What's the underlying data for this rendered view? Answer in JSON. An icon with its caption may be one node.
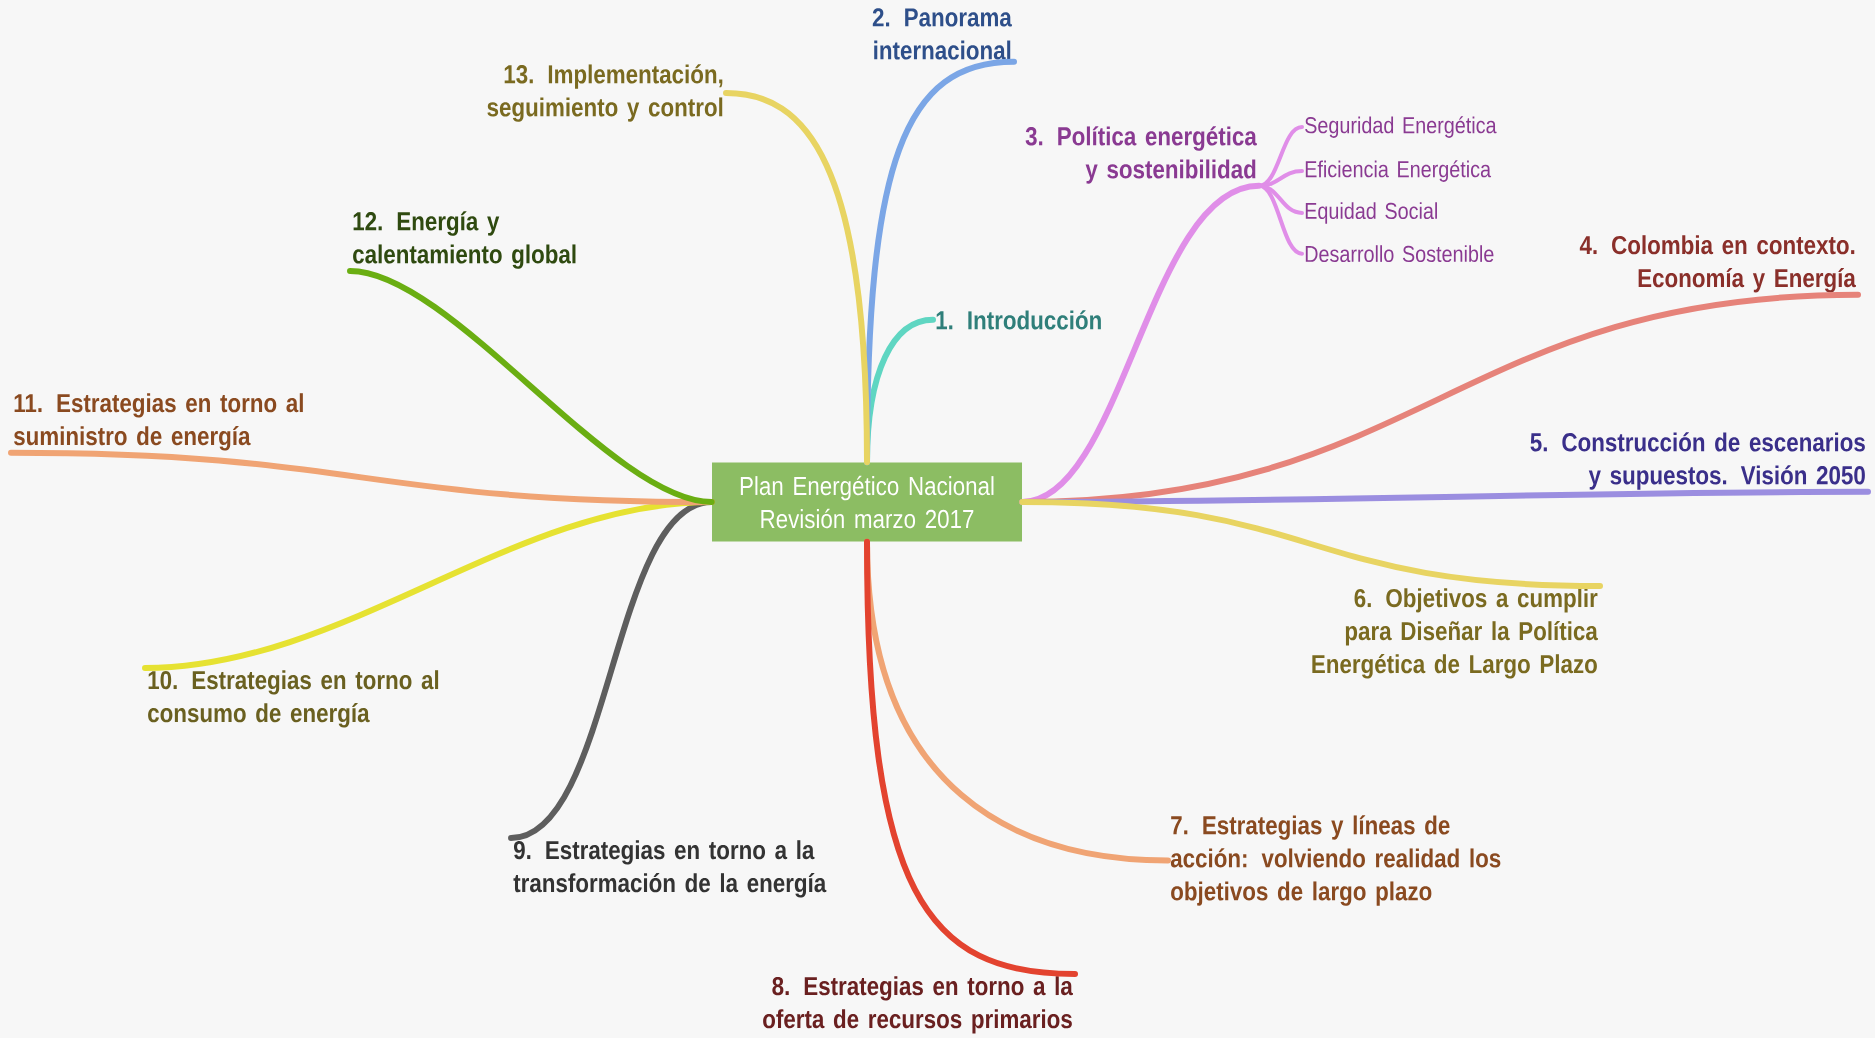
{
  "diagram": {
    "nodes": [
      {
        "text": [
          "Plan Energético Nacional Revisión marzo 2017"
        ]
      },
      {
        "text": [
          "1. Introducción"
        ]
      },
      {
        "text": [
          "2. Panorama internacional"
        ]
      },
      {
        "text": [
          "3. Política energética y sostenibilidad"
        ]
      },
      {
        "text": [
          "4. Colombia en contexto. Economía y Energía"
        ]
      },
      {
        "text": [
          "5. Construcción de escenarios y supuestos. Visión 2050"
        ]
      },
      {
        "text": [
          "6. Objetivos a cumplir para Diseñar la Política Energética de Largo Plazo"
        ]
      },
      {
        "text": [
          "7. Estrategias y líneas de acción: volviendo realidad los objetivos de largo plazo"
        ]
      },
      {
        "text": [
          "8. Estrategias en torno a la oferta de recursos primarios"
        ]
      },
      {
        "text": [
          "9. Estrategias en torno a la transformación de la energía"
        ]
      },
      {
        "text": [
          "10. Estrategias en torno al consumo de energía"
        ]
      },
      {
        "text": [
          "11. Estrategias en torno al suministro de energía"
        ]
      },
      {
        "text": [
          "12. Energía y calentamiento global"
        ]
      },
      {
        "text": [
          "13. Implementación, seguimiento y control"
        ]
      },
      {
        "text": [
          "Seguridad Energética"
        ]
      },
      {
        "text": [
          "Eficiencia Energética"
        ]
      },
      {
        "text": [
          "Equidad Social"
        ]
      },
      {
        "text": [
          "Desarrollo Sostenible"
        ]
      }
    ],
    "edges": [
      {
        "from": 0,
        "to": 1,
        "arrow": "none",
        "color": "#5fd6c2"
      },
      {
        "from": 0,
        "to": 2,
        "arrow": "none",
        "color": "#7ba6e6"
      },
      {
        "from": 0,
        "to": 3,
        "arrow": "none",
        "color": "#e08ee8"
      },
      {
        "from": 0,
        "to": 4,
        "arrow": "none",
        "color": "#e6837a"
      },
      {
        "from": 0,
        "to": 5,
        "arrow": "none",
        "color": "#9b8ee0"
      },
      {
        "from": 0,
        "to": 6,
        "arrow": "none",
        "color": "#e8d462"
      },
      {
        "from": 0,
        "to": 7,
        "arrow": "none",
        "color": "#f0a474"
      },
      {
        "from": 0,
        "to": 8,
        "arrow": "none",
        "color": "#e3432f"
      },
      {
        "from": 0,
        "to": 9,
        "arrow": "none",
        "color": "#5e5e5e"
      },
      {
        "from": 0,
        "to": 10,
        "arrow": "none",
        "color": "#e6e232"
      },
      {
        "from": 0,
        "to": 11,
        "arrow": "none",
        "color": "#f0a474"
      },
      {
        "from": 0,
        "to": 12,
        "arrow": "none",
        "color": "#6aae12"
      },
      {
        "from": 0,
        "to": 13,
        "arrow": "none",
        "color": "#e8d462"
      },
      {
        "from": 3,
        "to": 14,
        "arrow": "none",
        "color": "#e08ee8"
      },
      {
        "from": 3,
        "to": 15,
        "arrow": "none",
        "color": "#e08ee8"
      },
      {
        "from": 3,
        "to": 16,
        "arrow": "none",
        "color": "#e08ee8"
      },
      {
        "from": 3,
        "to": 17,
        "arrow": "none",
        "color": "#e08ee8"
      }
    ]
  }
}
